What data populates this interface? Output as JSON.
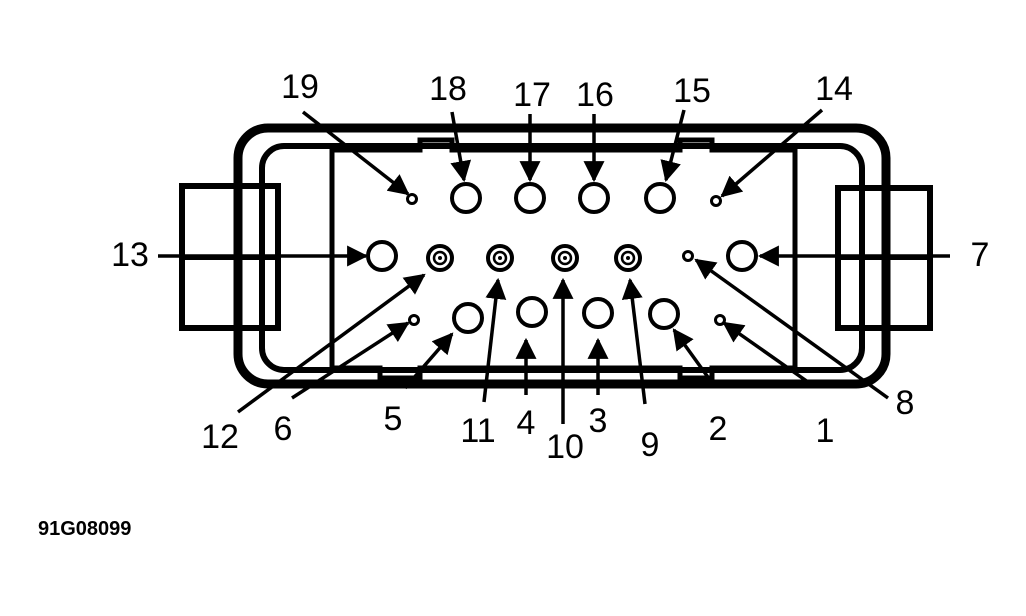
{
  "figure_id": "91G08099",
  "colors": {
    "ink": "#000000",
    "paper": "#ffffff"
  },
  "pin_labels": [
    "1",
    "2",
    "3",
    "4",
    "5",
    "6",
    "7",
    "8",
    "9",
    "10",
    "11",
    "12",
    "13",
    "14",
    "15",
    "16",
    "17",
    "18",
    "19"
  ]
}
